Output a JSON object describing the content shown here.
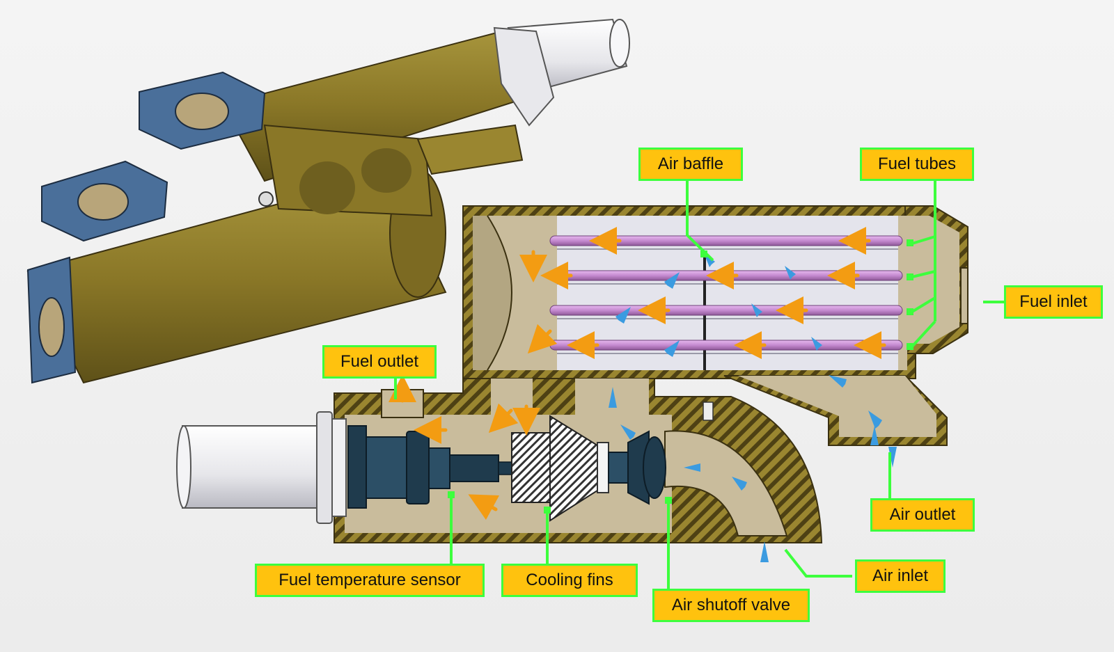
{
  "colors": {
    "brass": "#9a8630",
    "brass_dark": "#6e5f1f",
    "casing_stripe": "#5a4a18",
    "chamber": "#c9bc9c",
    "fuel_tube": "#c58ad0",
    "fuel_arrow": "#f39c12",
    "air_arrow": "#3b9be0",
    "leader": "#3dff3d",
    "callout_fill": "#ffc20e",
    "flange": "#4a6f9a",
    "valve_dark": "#1f3b4d"
  },
  "callouts": {
    "air_baffle": "Air baffle",
    "fuel_tubes": "Fuel tubes",
    "fuel_inlet": "Fuel inlet",
    "fuel_outlet": "Fuel outlet",
    "air_outlet": "Air outlet",
    "air_inlet": "Air inlet",
    "fuel_temperature_sensor": "Fuel temperature sensor",
    "cooling_fins": "Cooling fins",
    "air_shutoff_valve": "Air shutoff valve"
  }
}
